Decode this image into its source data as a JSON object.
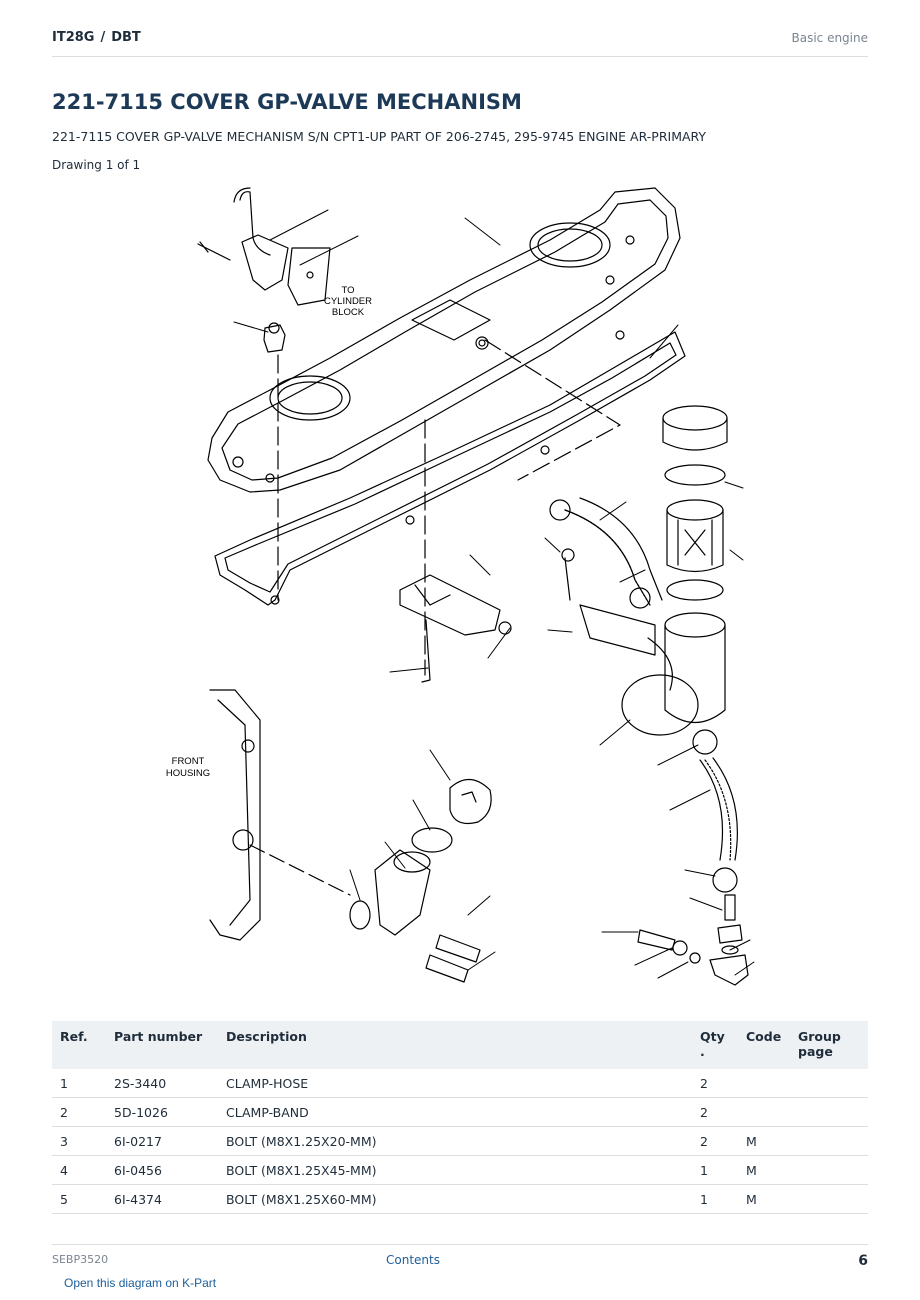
{
  "header": {
    "model": "IT28G",
    "sep": "/",
    "serial": "DBT",
    "section": "Basic engine"
  },
  "title": "221-7115 COVER GP-VALVE MECHANISM",
  "subtitle": "221-7115 COVER GP-VALVE MECHANISM S/N CPT1-UP PART OF 206-2745, 295-9745 ENGINE AR-PRIMARY",
  "drawing_label": "Drawing 1 of 1",
  "diagram": {
    "label_to_cyl_1": "TO",
    "label_to_cyl_2": "CYLINDER",
    "label_to_cyl_3": "BLOCK",
    "label_front_1": "FRONT",
    "label_front_2": "HOUSING"
  },
  "table": {
    "headers": [
      "Ref.",
      "Part number",
      "Description",
      "Qty\n.",
      "Code",
      "Group\npage"
    ],
    "rows": [
      [
        "1",
        "2S-3440",
        "CLAMP-HOSE",
        "2",
        "",
        ""
      ],
      [
        "2",
        "5D-1026",
        "CLAMP-BAND",
        "2",
        "",
        ""
      ],
      [
        "3",
        "6I-0217",
        "BOLT (M8X1.25X20-MM)",
        "2",
        "M",
        ""
      ],
      [
        "4",
        "6I-0456",
        "BOLT (M8X1.25X45-MM)",
        "1",
        "M",
        ""
      ],
      [
        "5",
        "6I-4374",
        "BOLT (M8X1.25X60-MM)",
        "1",
        "M",
        ""
      ]
    ]
  },
  "footer": {
    "doc_id": "SEBP3520",
    "contents_link": "Contents",
    "page": "6"
  },
  "open_link": "Open this diagram on K-Part"
}
